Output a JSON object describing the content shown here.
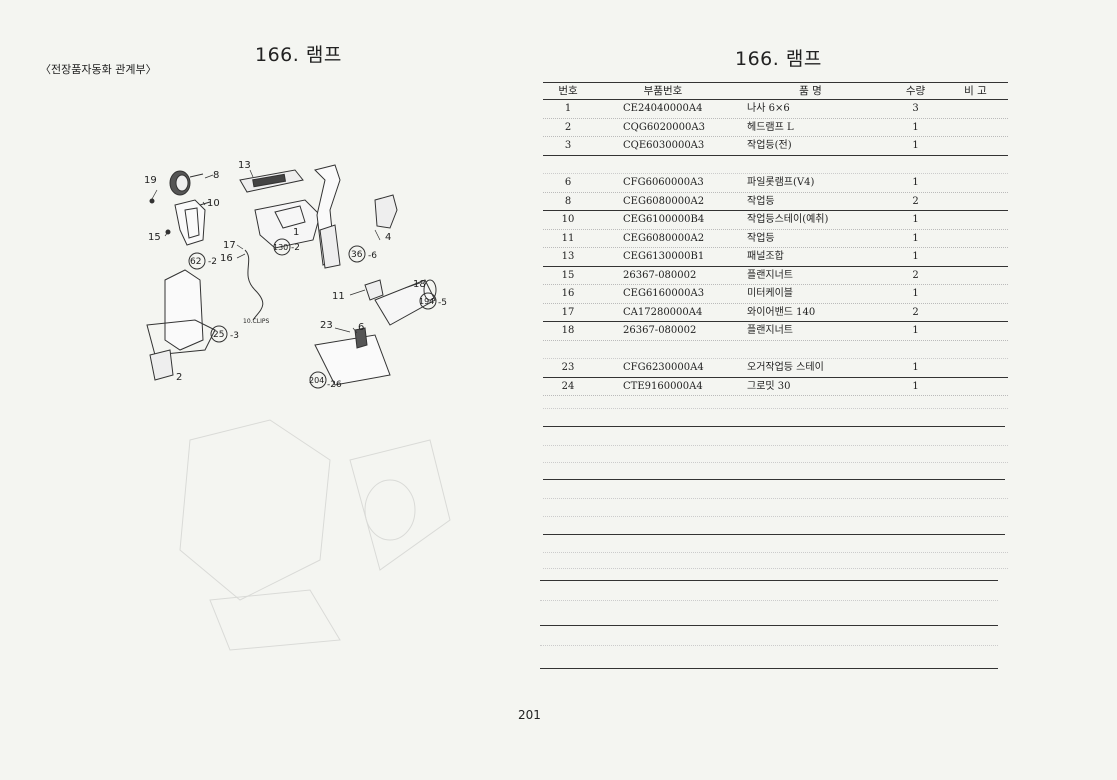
{
  "left": {
    "title": "166. 램프",
    "subtitle": "〈전장품자동화 관계부〉"
  },
  "right": {
    "title": "166. 램프"
  },
  "page_number": "201",
  "table": {
    "headers": {
      "no": "번호",
      "part": "부품번호",
      "name": "품    명",
      "qty": "수량",
      "note": "비  고"
    },
    "rows": [
      {
        "no": "1",
        "part": "CE24040000A4",
        "name": "나사 6×6",
        "qty": "3"
      },
      {
        "no": "2",
        "part": "CQG6020000A3",
        "name": "헤드램프 L",
        "qty": "1"
      },
      {
        "no": "3",
        "part": "CQE6030000A3",
        "name": "작업등(전)",
        "qty": "1"
      },
      {
        "no": "6",
        "part": "CFG6060000A3",
        "name": "파일롯램프(V4)",
        "qty": "1"
      },
      {
        "no": "8",
        "part": "CEG6080000A2",
        "name": "작업등",
        "qty": "2"
      },
      {
        "no": "10",
        "part": "CEG6100000B4",
        "name": "작업등스테이(예취)",
        "qty": "1"
      },
      {
        "no": "11",
        "part": "CEG6080000A2",
        "name": "작업등",
        "qty": "1"
      },
      {
        "no": "13",
        "part": "CEG6130000B1",
        "name": "패널조합",
        "qty": "1"
      },
      {
        "no": "15",
        "part": "26367-080002",
        "name": "플랜지너트",
        "qty": "2"
      },
      {
        "no": "16",
        "part": "CEG6160000A3",
        "name": "미터케이블",
        "qty": "1"
      },
      {
        "no": "17",
        "part": "CA17280000A4",
        "name": "와이어밴드 140",
        "qty": "2"
      },
      {
        "no": "18",
        "part": "26367-080002",
        "name": "플랜지너트",
        "qty": "1"
      },
      {
        "no": "23",
        "part": "CFG6230000A4",
        "name": "오거작업등 스테이",
        "qty": "1"
      },
      {
        "no": "24",
        "part": "CTE9160000A4",
        "name": "그로밋 30",
        "qty": "1"
      }
    ]
  },
  "callouts": {
    "c19": "19",
    "c8": "8",
    "c13": "13",
    "c10": "10",
    "c15": "15",
    "c17": "17",
    "c16": "16",
    "c1": "1",
    "c4": "4",
    "c18": "18",
    "c11": "11",
    "c23": "23",
    "c6": "6",
    "r62": "62",
    "s62": "-2",
    "r130": "130",
    "s130": "-2",
    "r36": "36",
    "s36": "-6",
    "r194": "194",
    "s194": "-5",
    "r25": "25",
    "s25": "-3",
    "r204": "204",
    "s204": "-26",
    "c2": "2",
    "hand": "10.CLIPS"
  }
}
